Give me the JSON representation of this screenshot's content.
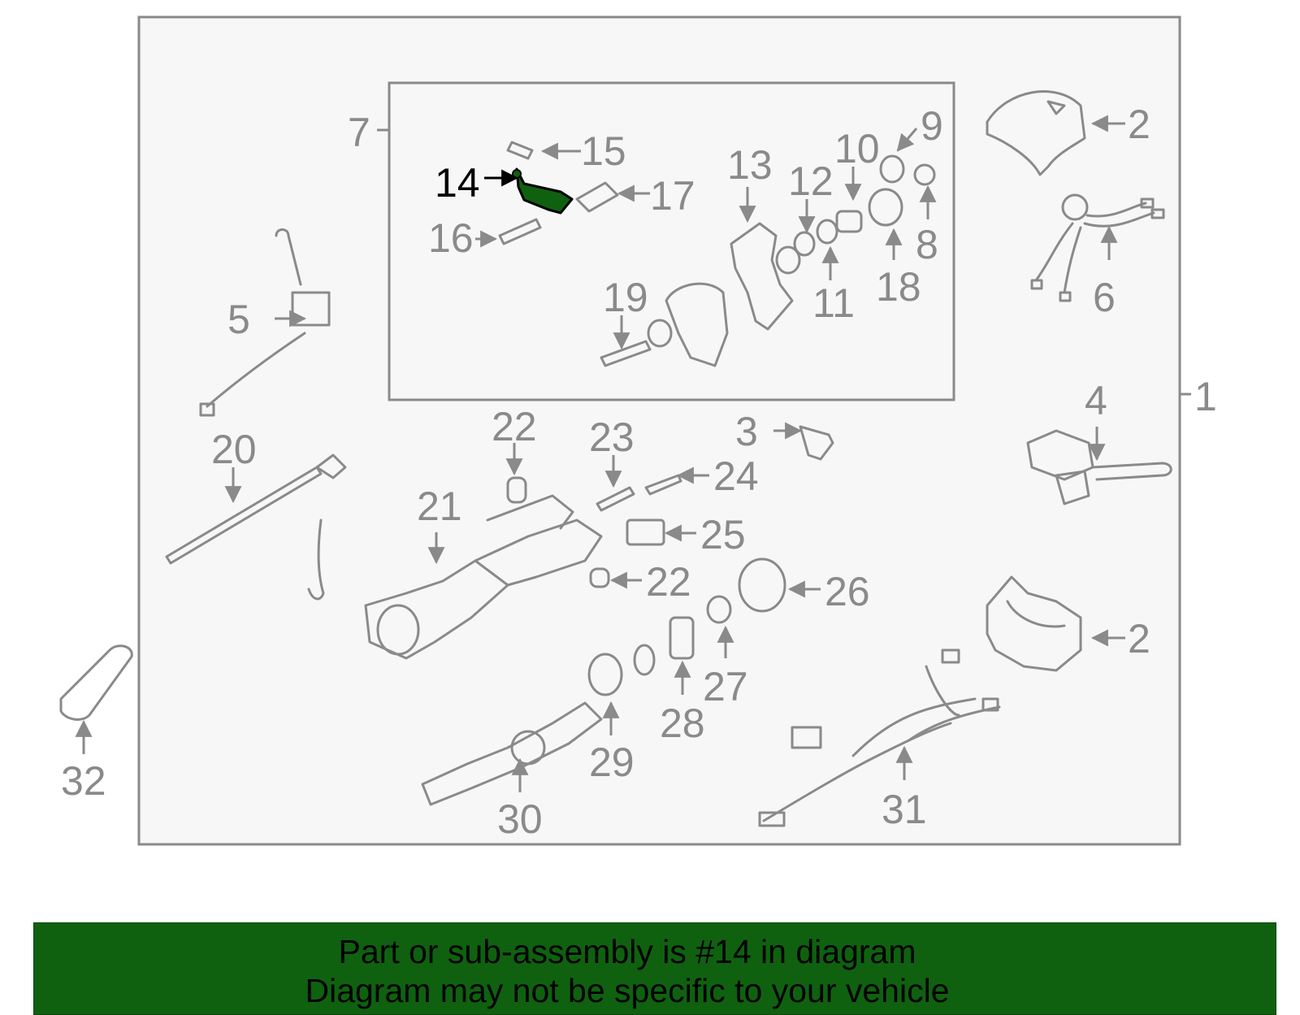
{
  "diagram": {
    "highlight_color": "#0f6110",
    "part_color": "#8a8a8a",
    "highlighted_callout": "14",
    "callouts": [
      {
        "id": "c1",
        "label": "1"
      },
      {
        "id": "c2a",
        "label": "2"
      },
      {
        "id": "c2b",
        "label": "2"
      },
      {
        "id": "c3",
        "label": "3"
      },
      {
        "id": "c4",
        "label": "4"
      },
      {
        "id": "c5",
        "label": "5"
      },
      {
        "id": "c6",
        "label": "6"
      },
      {
        "id": "c7",
        "label": "7"
      },
      {
        "id": "c8",
        "label": "8"
      },
      {
        "id": "c9",
        "label": "9"
      },
      {
        "id": "c10",
        "label": "10"
      },
      {
        "id": "c11",
        "label": "11"
      },
      {
        "id": "c12",
        "label": "12"
      },
      {
        "id": "c13",
        "label": "13"
      },
      {
        "id": "c14",
        "label": "14"
      },
      {
        "id": "c15",
        "label": "15"
      },
      {
        "id": "c16",
        "label": "16"
      },
      {
        "id": "c17",
        "label": "17"
      },
      {
        "id": "c18",
        "label": "18"
      },
      {
        "id": "c19",
        "label": "19"
      },
      {
        "id": "c20",
        "label": "20"
      },
      {
        "id": "c21",
        "label": "21"
      },
      {
        "id": "c22a",
        "label": "22"
      },
      {
        "id": "c22b",
        "label": "22"
      },
      {
        "id": "c23",
        "label": "23"
      },
      {
        "id": "c24",
        "label": "24"
      },
      {
        "id": "c25",
        "label": "25"
      },
      {
        "id": "c26",
        "label": "26"
      },
      {
        "id": "c27",
        "label": "27"
      },
      {
        "id": "c28",
        "label": "28"
      },
      {
        "id": "c29",
        "label": "29"
      },
      {
        "id": "c30",
        "label": "30"
      },
      {
        "id": "c31",
        "label": "31"
      },
      {
        "id": "c32",
        "label": "32"
      }
    ]
  },
  "banner": {
    "line1": "Part or sub-assembly is #14 in diagram",
    "line2": "Diagram may not be specific to your vehicle",
    "background": "#0f6110"
  }
}
